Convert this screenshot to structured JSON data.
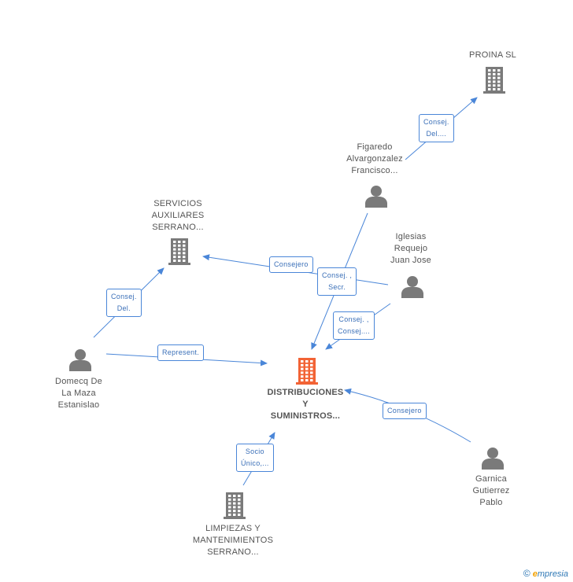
{
  "colors": {
    "edge": "#4a86d8",
    "company": "#7a7a7a",
    "company_main": "#f26335",
    "person": "#7a7a7a",
    "text": "#555555"
  },
  "nodes": {
    "proina": {
      "lines": [
        "PROINA SL"
      ],
      "icon": "building-icon"
    },
    "servicios": {
      "lines": [
        "SERVICIOS",
        "AUXILIARES",
        "SERRANO..."
      ],
      "icon": "building-icon"
    },
    "figaredo": {
      "lines": [
        "Figaredo",
        "Alvargonzalez",
        "Francisco..."
      ],
      "icon": "person-icon"
    },
    "iglesias": {
      "lines": [
        "Iglesias",
        "Requejo",
        "Juan Jose"
      ],
      "icon": "person-icon"
    },
    "domecq": {
      "lines": [
        "Domecq De",
        "La Maza",
        "Estanislao"
      ],
      "icon": "person-icon"
    },
    "distribuciones": {
      "lines": [
        "DISTRIBUCIONES",
        "Y",
        "SUMINISTROS..."
      ],
      "icon": "building-icon"
    },
    "garnica": {
      "lines": [
        "Garnica",
        "Gutierrez",
        "Pablo"
      ],
      "icon": "person-icon"
    },
    "limpiezas": {
      "lines": [
        "LIMPIEZAS Y",
        "MANTENIMIENTOS",
        "SERRANO..."
      ],
      "icon": "building-icon"
    }
  },
  "edges": {
    "figaredo_proina": {
      "lines": [
        "Consej.",
        "Del...."
      ]
    },
    "iglesias_servicios": {
      "lines": [
        "Consejero"
      ]
    },
    "figaredo_distribuciones": {
      "lines": [
        "Consej. ,",
        "Secr."
      ]
    },
    "iglesias_distribuciones": {
      "lines": [
        "Consej. ,",
        "Consej...."
      ]
    },
    "domecq_servicios": {
      "lines": [
        "Consej.",
        "Del."
      ]
    },
    "domecq_distribuciones": {
      "lines": [
        "Represent."
      ]
    },
    "garnica_distribuciones": {
      "lines": [
        "Consejero"
      ]
    },
    "limpiezas_distribuciones": {
      "lines": [
        "Socio",
        "Único,..."
      ]
    }
  },
  "footer": {
    "copyright": "©",
    "brand_initial": "e",
    "brand_rest": "mpresia"
  }
}
